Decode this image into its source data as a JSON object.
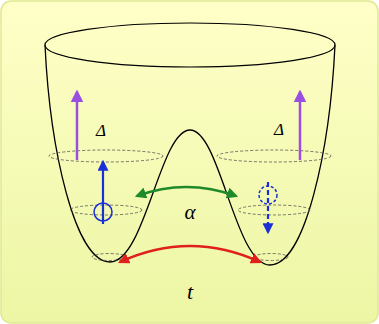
{
  "diagram": {
    "labels": [
      "Δ",
      "Δ",
      "α",
      "t"
    ]
  }
}
